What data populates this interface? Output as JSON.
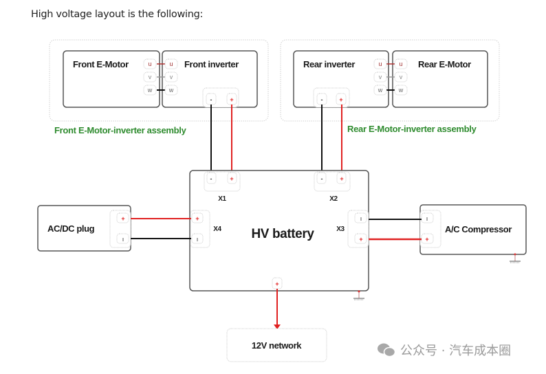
{
  "intro": "High voltage layout is the following:",
  "front_assembly": {
    "label": "Front E-Motor-inverter assembly",
    "motor": "Front E-Motor",
    "inverter": "Front inverter",
    "phases": [
      "u",
      "v",
      "w"
    ],
    "dc_pins": [
      "-",
      "+"
    ]
  },
  "rear_assembly": {
    "label": "Rear E-Motor-inverter assembly",
    "inverter": "Rear inverter",
    "motor": "Rear E-Motor",
    "phases": [
      "u",
      "v",
      "w"
    ],
    "dc_pins": [
      "-",
      "+"
    ]
  },
  "battery": {
    "label": "HV battery",
    "connectors": {
      "x1": "X1",
      "x2": "X2",
      "x3": "X3",
      "x4": "X4"
    },
    "pins": {
      "minus": "-",
      "plus": "+",
      "neutral": "ı"
    }
  },
  "acdc_plug": {
    "label": "AC/DC plug",
    "pins": [
      "+",
      "ı"
    ]
  },
  "ac_compressor": {
    "label": "A/C Compressor",
    "pins": [
      "ı",
      "+"
    ]
  },
  "network_12v": {
    "label": "12V network"
  },
  "watermark": {
    "text": "公众号 · 汽车成本圈",
    "icon": "wechat-icon"
  },
  "colors": {
    "positive": "#e02020",
    "negative": "#111111",
    "assembly_label": "#2e8b2e",
    "box_border": "#555555"
  }
}
